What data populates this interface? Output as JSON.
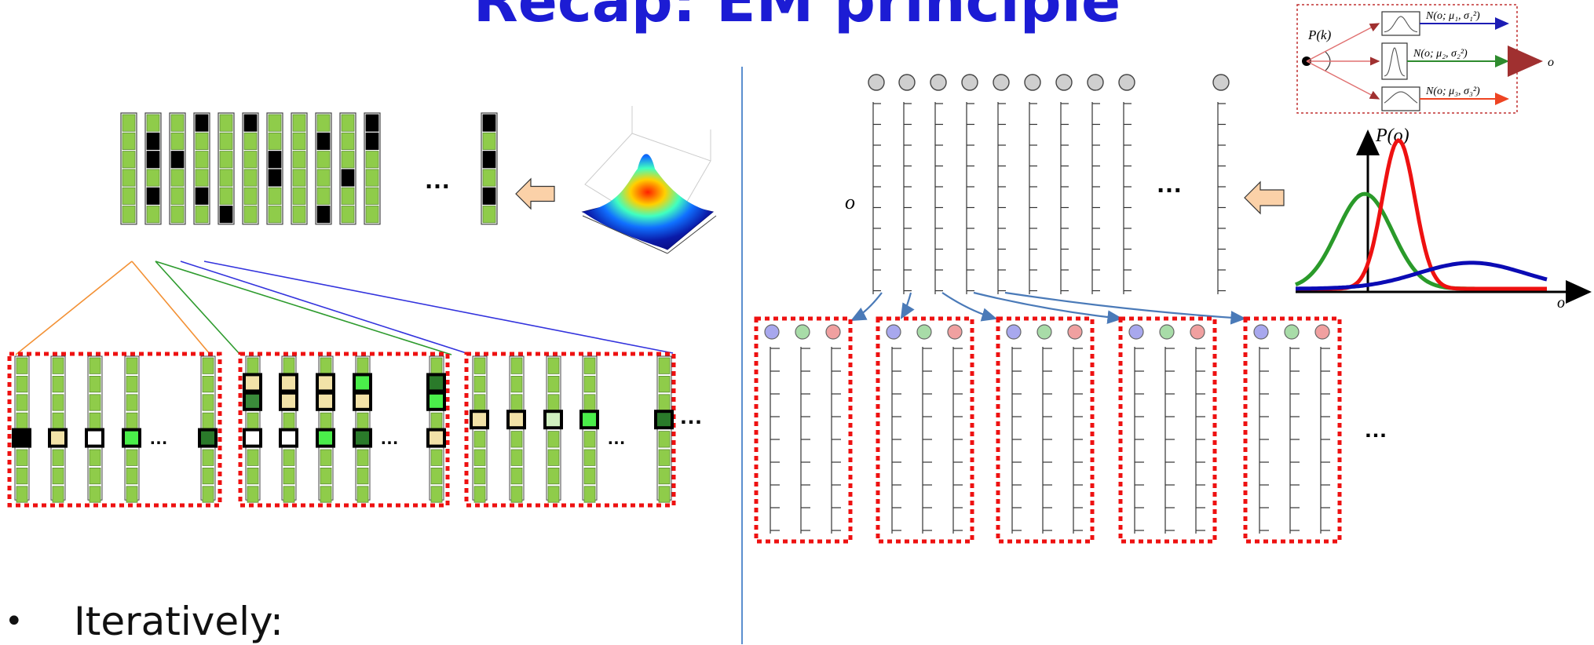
{
  "slide": {
    "title": "Recap: EM principle",
    "bullet": "Iteratively:",
    "ellipsis": "…"
  },
  "left_panel": {
    "column_pattern": [
      [
        0,
        0,
        0,
        0,
        0,
        0
      ],
      [
        0,
        1,
        1,
        0,
        1,
        0
      ],
      [
        0,
        0,
        1,
        0,
        0,
        0
      ],
      [
        1,
        0,
        0,
        0,
        1,
        0
      ],
      [
        0,
        0,
        0,
        0,
        0,
        1
      ],
      [
        1,
        0,
        0,
        0,
        0,
        0
      ],
      [
        0,
        0,
        1,
        1,
        0,
        0
      ],
      [
        0,
        0,
        0,
        0,
        0,
        0
      ],
      [
        0,
        1,
        0,
        0,
        0,
        1
      ],
      [
        0,
        0,
        0,
        1,
        0,
        0
      ],
      [
        1,
        1,
        0,
        0,
        0,
        0
      ]
    ],
    "last_column_pattern": [
      1,
      0,
      1,
      0,
      1,
      0
    ],
    "shapes": [
      "filled-box-icon",
      "empty-box-icon"
    ],
    "source_icon": "gaussian-3d-surface-icon",
    "arrow_icon": "left-arrow-icon",
    "connector_colors": [
      "#f39135",
      "#2e9b2e",
      "#3333dd"
    ]
  },
  "right_panel": {
    "axis_variable": "o",
    "mixture_legend": {
      "prior_label": "P(k)",
      "components": [
        {
          "label": "N(o; μ₁, σ₁²)",
          "color": "#1c1cb4"
        },
        {
          "label": "N(o; μ₂, σ₂²)",
          "color": "#2e8b2e"
        },
        {
          "label": "N(o; μ₃, σ₃²)",
          "color": "#ee4422"
        }
      ],
      "output_label": "o"
    },
    "density_plot": {
      "y_label": "P(o)",
      "x_label": "o",
      "curves": [
        {
          "color": "#2a9a2a",
          "mean": 0.45,
          "sd": 0.22,
          "peak": 0.62
        },
        {
          "color": "#ee1111",
          "mean": 0.72,
          "sd": 0.13,
          "peak": 0.97
        },
        {
          "color": "#0b0bb4",
          "mean": 1.3,
          "sd": 0.42,
          "peak": 0.17
        }
      ]
    },
    "group_circle_colors": [
      "#a8a8ee",
      "#a8dca8",
      "#f0a0a0"
    ]
  }
}
